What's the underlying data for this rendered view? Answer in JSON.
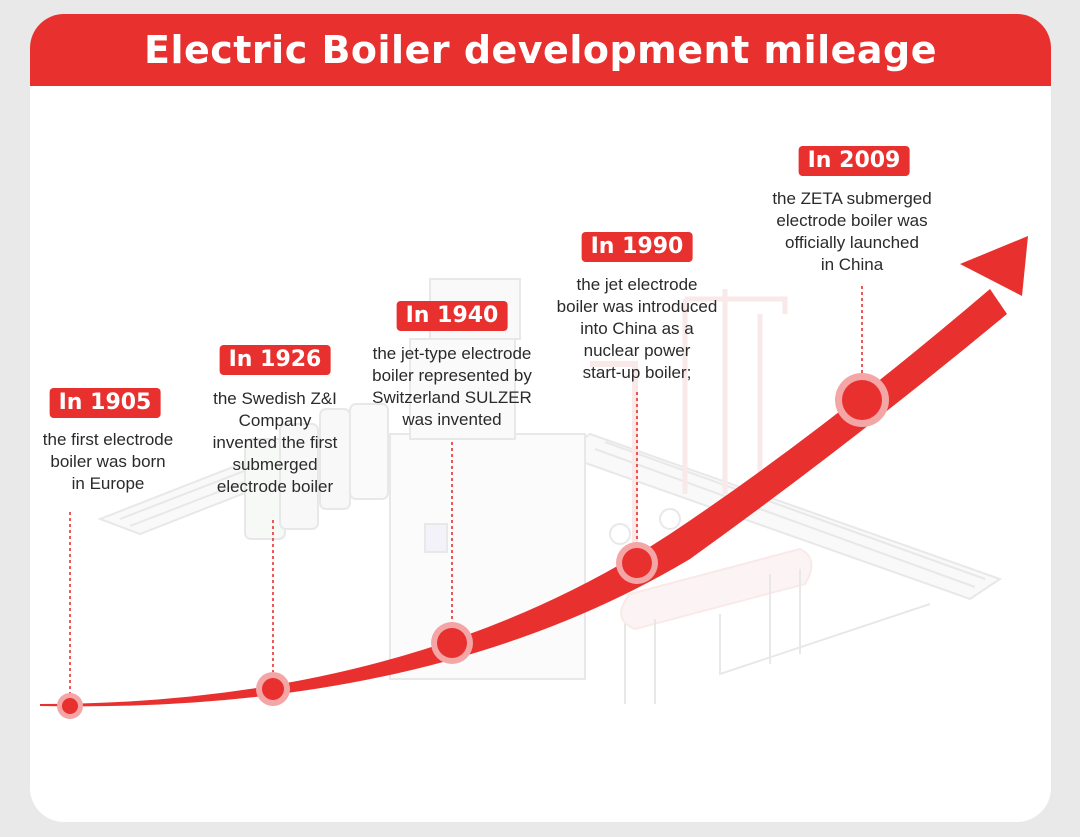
{
  "title": "Electric Boiler development mileage",
  "colors": {
    "accent": "#e8302f",
    "background": "#ffffff",
    "page": "#e9e9e9",
    "text": "#2a2a2a"
  },
  "milestones": [
    {
      "label": "In 1905",
      "text": "the first electrode\nboiler was born\nin Europe"
    },
    {
      "label": "In 1926",
      "text": "the Swedish Z&I\nCompany\ninvented the first\nsubmerged\nelectrode boiler"
    },
    {
      "label": "In 1940",
      "text": "the jet-type electrode\nboiler represented by\nSwitzerland SULZER\nwas invented"
    },
    {
      "label": "In 1990",
      "text": "the jet electrode\nboiler was introduced\ninto China as a\nnuclear power\nstart-up boiler;"
    },
    {
      "label": "In 2009",
      "text": "the ZETA submerged\nelectrode boiler was\nofficially launched\nin China"
    }
  ],
  "background_image": {
    "description_icon": "electrode-boiler-equipment"
  }
}
